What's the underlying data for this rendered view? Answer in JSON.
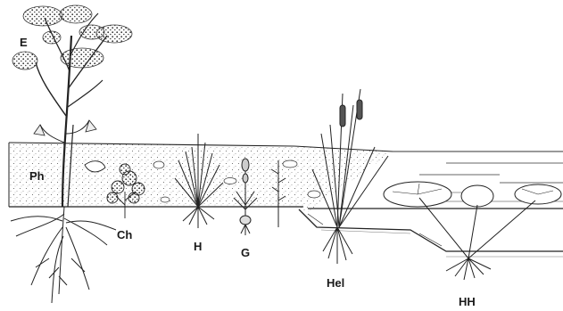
{
  "labels": {
    "E": "E",
    "Ph": "Ph",
    "Ch": "Ch",
    "H": "H",
    "G": "G",
    "Hel": "Hel",
    "HH": "HH"
  },
  "colors": {
    "ink": "#1a1a1a",
    "background": "#ffffff"
  }
}
